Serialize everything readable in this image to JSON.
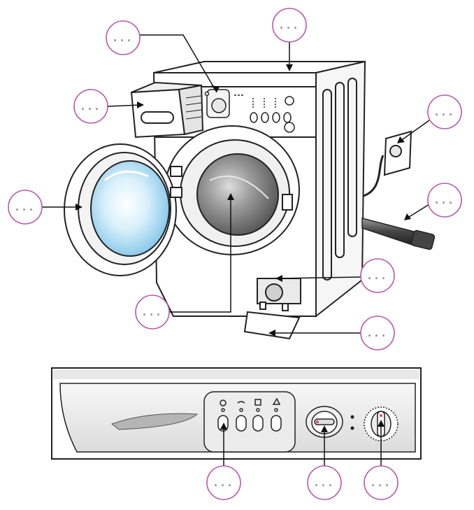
{
  "callout_text": "...",
  "colors": {
    "callout_ring": "#b55aa8",
    "callout_fill": "#ffffff",
    "glass_light": "#dff2fb",
    "glass_mid": "#9fd6f0",
    "drum_dark": "#6e6e6e",
    "body_line": "#222222",
    "panel_fill": "#f2f2f2",
    "panel_shadow": "#d9d9d9"
  },
  "callouts": [
    {
      "name": "callout-top-left-panel-knob"
    },
    {
      "name": "callout-top-body"
    },
    {
      "name": "callout-detergent-drawer"
    },
    {
      "name": "callout-power-plug"
    },
    {
      "name": "callout-door"
    },
    {
      "name": "callout-drain-hose"
    },
    {
      "name": "callout-filter-cap"
    },
    {
      "name": "callout-drum"
    },
    {
      "name": "callout-filter-cover"
    },
    {
      "name": "callout-panel-buttons"
    },
    {
      "name": "callout-program-selector"
    },
    {
      "name": "callout-temperature-knob"
    }
  ]
}
